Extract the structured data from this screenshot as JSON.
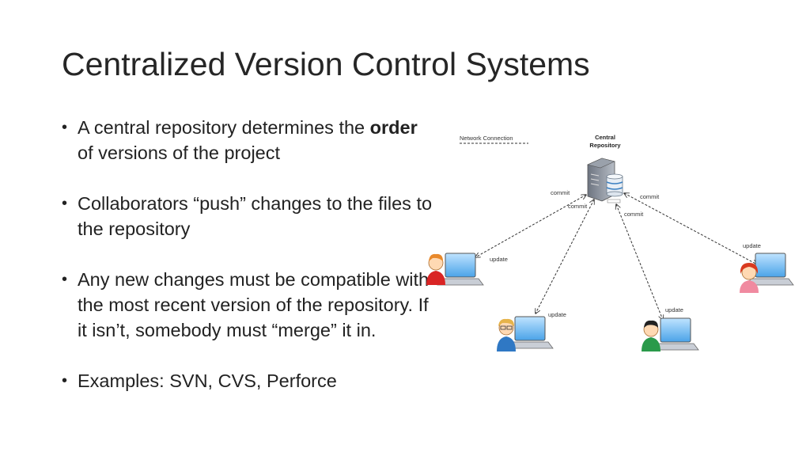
{
  "slide": {
    "title": "Centralized Version Control Systems",
    "bullets": [
      {
        "before": "A central repository determines the ",
        "bold": "order",
        "after": " of versions of the project"
      },
      {
        "before": "Collaborators “push” changes to the files to the repository",
        "bold": "",
        "after": ""
      },
      {
        "before": "Any new changes must be compatible with the most recent version of the repository. If it isn’t, somebody must “merge” it in.",
        "bold": "",
        "after": ""
      },
      {
        "before": "Examples: SVN, CVS, Perforce",
        "bold": "",
        "after": ""
      }
    ]
  },
  "diagram": {
    "legend_label": "Network Connection",
    "repository_label_line1": "Central",
    "repository_label_line2": "Repository",
    "commit_labels": [
      "commit",
      "commit",
      "commit",
      "commit"
    ],
    "update_labels": [
      "update",
      "update",
      "update",
      "update"
    ],
    "icons": [
      "server-icon",
      "database-icon",
      "user-laptop-icon"
    ]
  }
}
